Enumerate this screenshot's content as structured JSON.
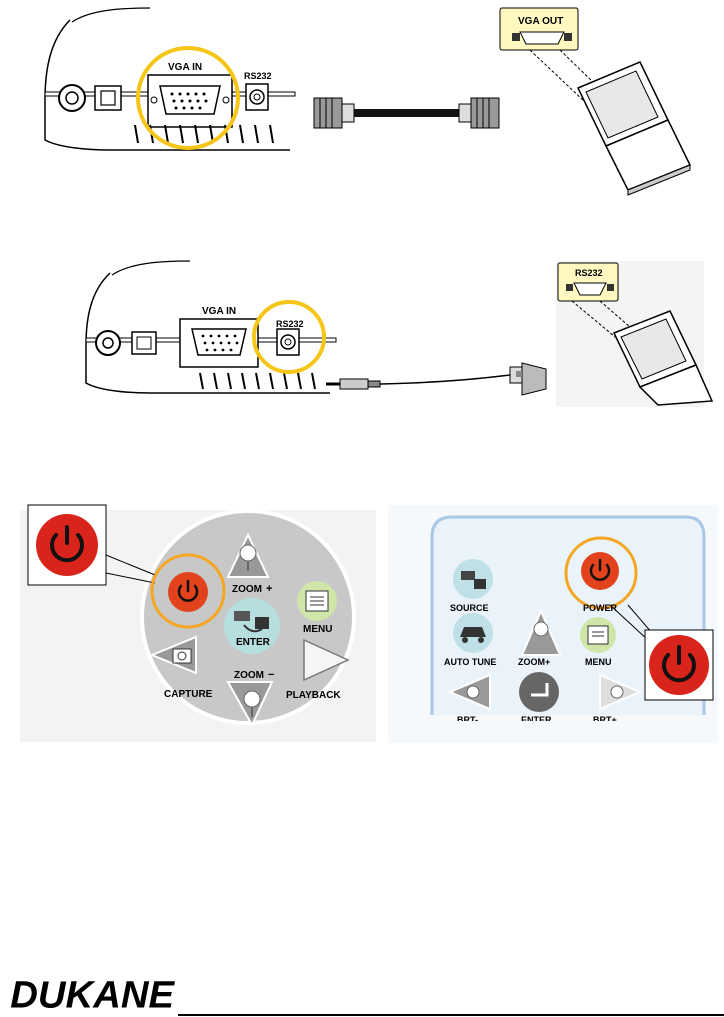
{
  "fig1": {
    "port_vga_in": "VGA IN",
    "port_rs232": "RS232",
    "laptop_port": "VGA OUT"
  },
  "fig2": {
    "port_vga_in": "VGA IN",
    "port_rs232": "RS232",
    "laptop_port": "RS232"
  },
  "fig3": {
    "keypad": {
      "zoom_plus": "ZOOM",
      "zoom_plus_sign": "+",
      "menu": "MENU",
      "enter": "ENTER",
      "zoom_minus": "ZOOM",
      "zoom_minus_sign": "−",
      "capture": "CAPTURE",
      "playback": "PLAYBACK"
    },
    "remote": {
      "source": "SOURCE",
      "power": "POWER",
      "auto_tune": "AUTO TUNE",
      "zoom_plus": "ZOOM+",
      "menu": "MENU",
      "brt_minus": "BRT-",
      "enter": "ENTER",
      "brt_plus": "BRT+"
    }
  },
  "footer": {
    "brand": "DUKANE"
  },
  "colors": {
    "highlight_ring": "#f5c518",
    "power_red": "#d9241b",
    "keypad_grey": "#c8c8c8",
    "remote_blue": "#cfe3f3"
  }
}
